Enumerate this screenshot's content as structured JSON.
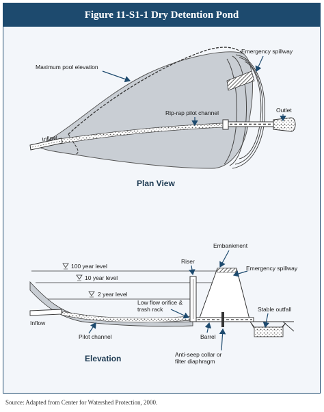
{
  "title": "Figure 11-S1-1  Dry Detention Pond",
  "plan": {
    "heading": "Plan View",
    "labels": {
      "max_pool": "Maximum pool elevation",
      "emergency_spillway": "Emergency spillway",
      "pilot_channel": "Rip-rap pilot channel",
      "outlet": "Outlet",
      "inflow": "Inflow"
    }
  },
  "elevation": {
    "heading": "Elevation",
    "levels": [
      "100 year level",
      "10 year level",
      "2 year level"
    ],
    "labels": {
      "embankment": "Embankment",
      "riser": "Riser",
      "emergency_spillway": "Emergency spillway",
      "low_flow_1": "Low flow orifice &",
      "low_flow_2": "trash rack",
      "stable_outfall": "Stable outfall",
      "inflow": "Inflow",
      "pilot_channel": "Pilot channel",
      "barrel": "Barrel",
      "anti_seep_1": "Anti-seep collar or",
      "anti_seep_2": "filter diaphragm"
    }
  },
  "source": "Source:  Adapted from Center for Watershed Protection, 2000.",
  "colors": {
    "header_bg": "#1d4a6e",
    "pond_fill": "#c9ced4",
    "panel_bg": "#f3f6fa",
    "arrow": "#1d4a6e"
  }
}
